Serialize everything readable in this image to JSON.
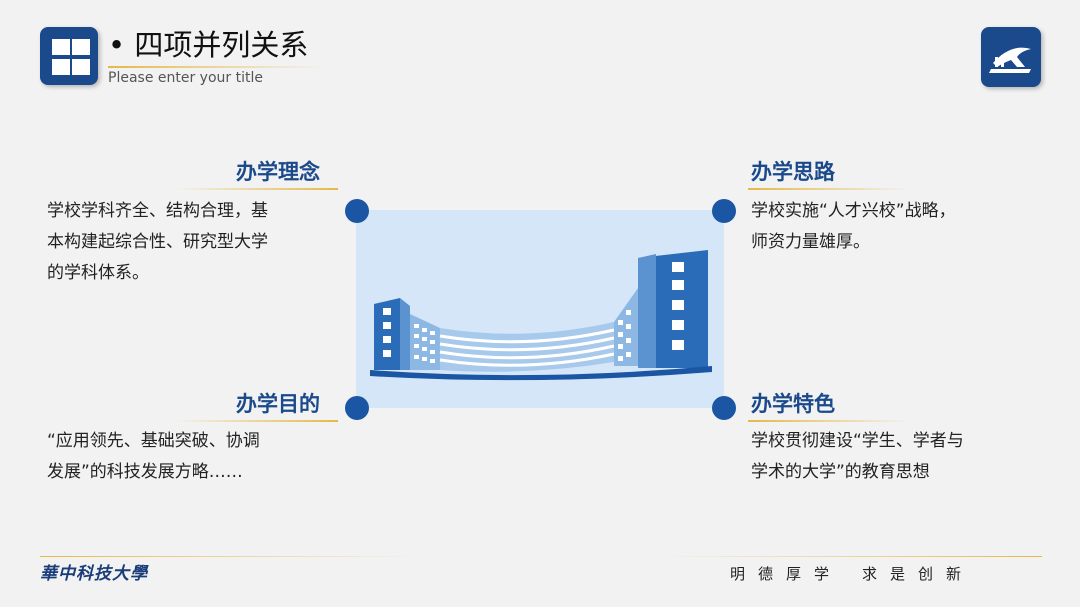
{
  "header": {
    "title": "• 四项并列关系",
    "subtitle": "Please enter  your   title"
  },
  "sections": {
    "top_left": {
      "heading": "办学理念",
      "lines": [
        "学校学科齐全、结构合理，基",
        "本构建起综合性、研究型大学",
        "的学科体系。"
      ]
    },
    "top_right": {
      "heading": "办学思路",
      "lines": [
        "学校实施“人才兴校”战略，",
        "师资力量雄厚。"
      ]
    },
    "bottom_left": {
      "heading": "办学目的",
      "lines": [
        "“应用领先、基础突破、协调",
        "发展”的科技发展方略……"
      ]
    },
    "bottom_right": {
      "heading": "办学特色",
      "lines": [
        "学校贯彻建设“学生、学者与",
        "学术的大学”的教育思想"
      ]
    }
  },
  "footer": {
    "left": "華中科技大學",
    "right_a": "明德厚学",
    "right_b": "求是创新"
  },
  "colors": {
    "accent_blue": "#1a4a8c",
    "dot_blue": "#1a56a4",
    "gold": "#e6b84a",
    "panel": "#d4e6f8"
  }
}
